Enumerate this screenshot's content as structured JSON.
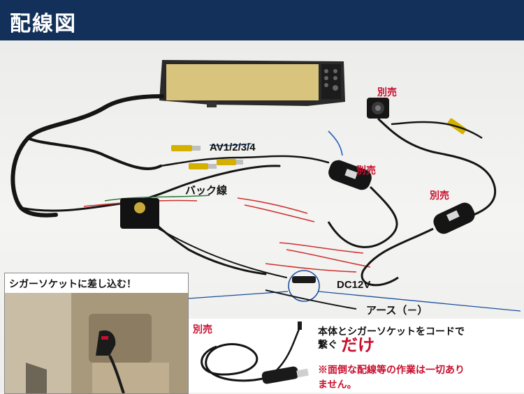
{
  "header": {
    "title": "配線図"
  },
  "labels": {
    "av": "AV1/2/3/4",
    "back": "バック線",
    "dc": "DC12V",
    "earth": "アース（－）",
    "sold_separately_camera": "別売",
    "sold_separately_tx1": "別売",
    "sold_separately_tx2": "別売"
  },
  "inset": {
    "caption": "シガーソケットに差し込む！"
  },
  "bottom": {
    "sold_separately": "別売",
    "desc_line1": "本体とシガーソケットをコードで",
    "desc_line2": "繋ぐ",
    "emphasis": "だけ",
    "note_line1": "※面倒な配線等の作業は一切あり",
    "note_line2": "ません。"
  },
  "colors": {
    "header_bg": "#13305a",
    "accent_red": "#c8102e",
    "callout_blue": "#1a4f9c"
  }
}
